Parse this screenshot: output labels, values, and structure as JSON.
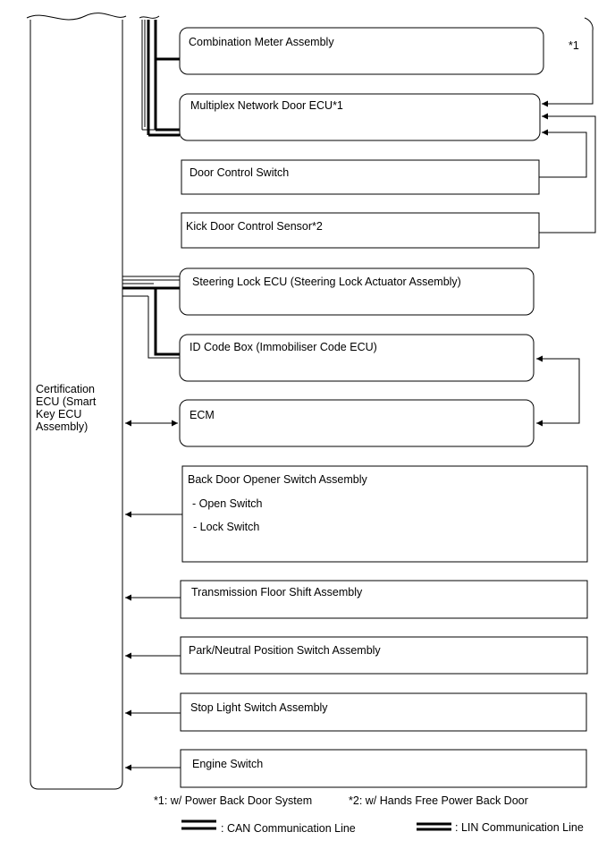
{
  "certification_ecu": {
    "lines": [
      "Certification",
      "ECU (Smart",
      "Key ECU",
      "Assembly)"
    ]
  },
  "components": {
    "combination_meter": "Combination Meter Assembly",
    "multiplex_door_ecu": "Multiplex Network Door ECU*1",
    "door_control_switch": "Door Control Switch",
    "kick_door_sensor": "Kick Door Control Sensor*2",
    "steering_lock_ecu": "Steering Lock ECU (Steering Lock Actuator Assembly)",
    "id_code_box": "ID Code Box (Immobiliser Code ECU)",
    "ecm": "ECM",
    "back_door_opener": "Back Door Opener Switch Assembly",
    "open_switch": "- Open Switch",
    "lock_switch": "- Lock Switch",
    "transmission_floor_shift": "Transmission Floor Shift Assembly",
    "park_neutral_switch": "Park/Neutral Position Switch Assembly",
    "stop_light_switch": "Stop Light Switch Assembly",
    "engine_switch": "Engine Switch"
  },
  "markers": {
    "star1": "*1"
  },
  "footnotes": {
    "note1": "*1: w/ Power Back Door System",
    "note2": "*2: w/ Hands Free Power Back Door"
  },
  "legend": {
    "can": ": CAN Communication Line",
    "lin": ": LIN Communication Line"
  }
}
